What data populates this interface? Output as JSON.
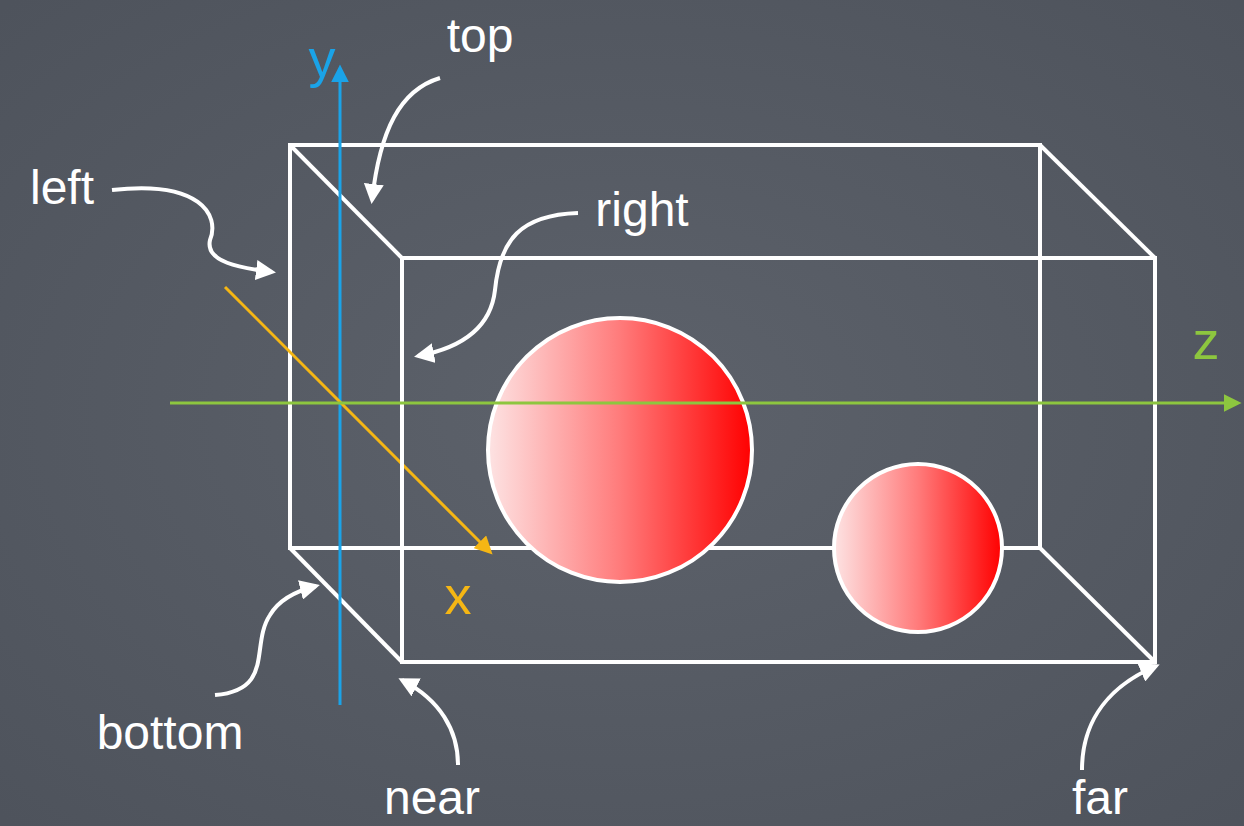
{
  "diagram": {
    "labels": [
      "y",
      "top",
      "left",
      "right",
      "z",
      "x",
      "bottom",
      "near",
      "far"
    ]
  }
}
